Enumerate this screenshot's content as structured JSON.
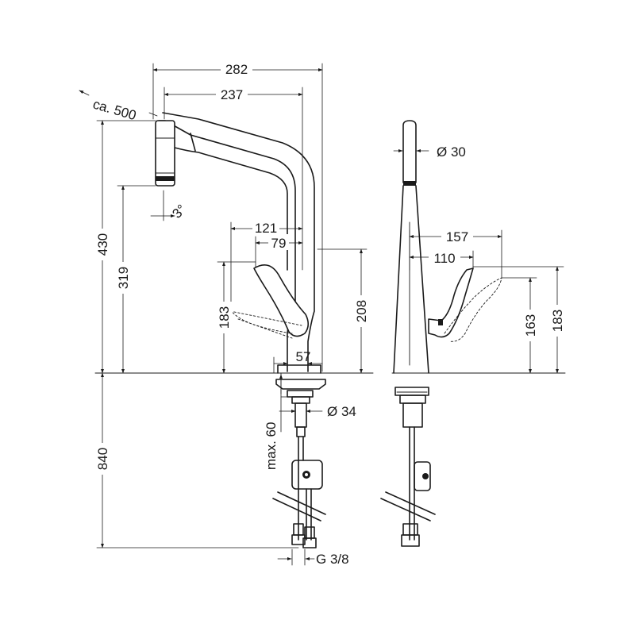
{
  "dimensions": {
    "overall_width": "282",
    "spout_reach": "237",
    "pullout": "ca. 500",
    "swivel_angle": "3°",
    "total_height": "430",
    "outlet_height": "319",
    "lever_reach": "121",
    "lever_offset": "79",
    "lever_height": "183",
    "body_height": "208",
    "base_width": "57",
    "mount_hole": "Ø 34",
    "max_thickness": "max. 60",
    "hose_length": "840",
    "connection": "G 3/8",
    "head_diameter": "Ø 30",
    "side_lever_reach": "157",
    "side_lever_offset": "110",
    "side_height_a": "163",
    "side_height_b": "183"
  },
  "colors": {
    "line": "#1a1a1a",
    "background": "#ffffff"
  }
}
